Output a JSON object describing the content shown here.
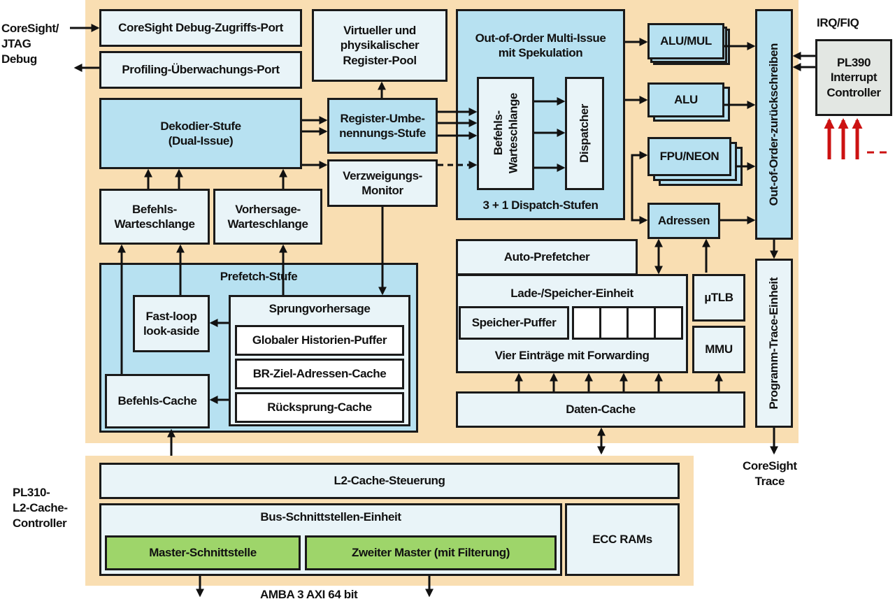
{
  "external": {
    "coresight_jtag": "CoreSight/\nJTAG\nDebug",
    "irq_fiq": "IRQ/FIQ",
    "pl310": "PL310-\nL2-Cache-\nController",
    "coresight_trace": "CoreSight\nTrace",
    "amba": "AMBA 3 AXI 64 bit"
  },
  "blocks": {
    "debug_port": "CoreSight Debug-Zugriffs-Port",
    "profiling_port": "Profiling-Überwachungs-Port",
    "register_pool": "Virtueller und\nphysikalischer\nRegister-Pool",
    "decode": "Dekodier-Stufe\n(Dual-Issue)",
    "rename": "Register-Umbe-\nnennungs-Stufe",
    "branch_monitor": "Verzweigungs-\nMonitor",
    "instr_queue": "Befehls-\nWarteschlange",
    "pred_queue": "Vorhersage-\nWarteschlange",
    "prefetch": "Prefetch-Stufe",
    "fastloop": "Fast-loop\nlook-aside",
    "branch_pred": "Sprungvorhersage",
    "ghb": "Globaler Historien-Puffer",
    "btac": "BR-Ziel-Adressen-Cache",
    "return_cache": "Rücksprung-Cache",
    "icache": "Befehls-Cache",
    "ooo": "Out-of-Order Multi-Issue\nmit Spekulation",
    "issue_queue": "Befehls-\nWarteschlange",
    "dispatcher": "Dispatcher",
    "dispatch_stages": "3 + 1 Dispatch-Stufen",
    "alu_mul": "ALU/MUL",
    "alu": "ALU",
    "fpu": "FPU/NEON",
    "addr": "Adressen",
    "writeback": "Out-of-Order-zurückschreiben",
    "pl390": "PL390\nInterrupt\nController",
    "auto_prefetch": "Auto-Prefetcher",
    "lsu": "Lade-/Speicher-Einheit",
    "store_buffer": "Speicher-Puffer",
    "forwarding": "Vier Einträge mit Forwarding",
    "utlb": "µTLB",
    "mmu": "MMU",
    "dcache": "Daten-Cache",
    "trace_unit": "Programm-Trace-Einheit",
    "l2_control": "L2-Cache-Steuerung",
    "bus_unit": "Bus-Schnittstellen-Einheit",
    "master": "Master-Schnittstelle",
    "second_master": "Zweiter Master (mit Filterung)",
    "ecc": "ECC RAMs"
  },
  "colors": {
    "background": "#f9deb2",
    "block": "#e9f4f8",
    "block_highlight": "#b7e1f1",
    "master": "#9ed56a",
    "interrupt_arrows": "#cc1111"
  }
}
